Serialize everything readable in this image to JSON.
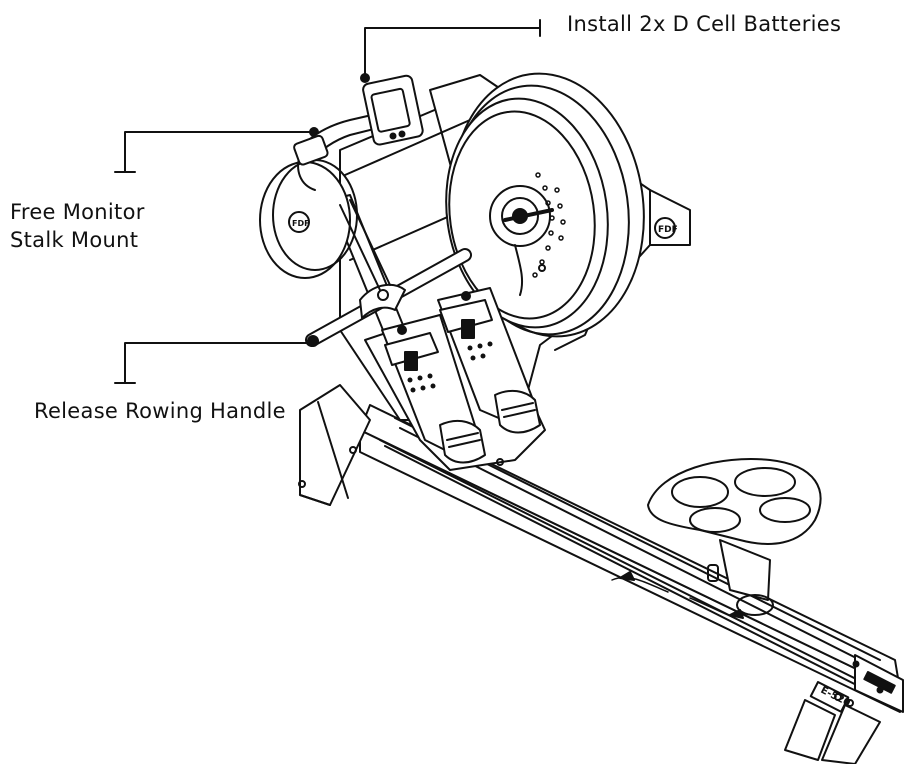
{
  "callouts": {
    "batteries": "Install 2x D Cell Batteries",
    "stalk_line1": "Free Monitor",
    "stalk_line2": "Stalk Mount",
    "handle": "Release Rowing Handle"
  },
  "markings": {
    "brand_badge": "FDF",
    "model": "E-520"
  },
  "colors": {
    "line": "#111111",
    "background": "#ffffff"
  }
}
